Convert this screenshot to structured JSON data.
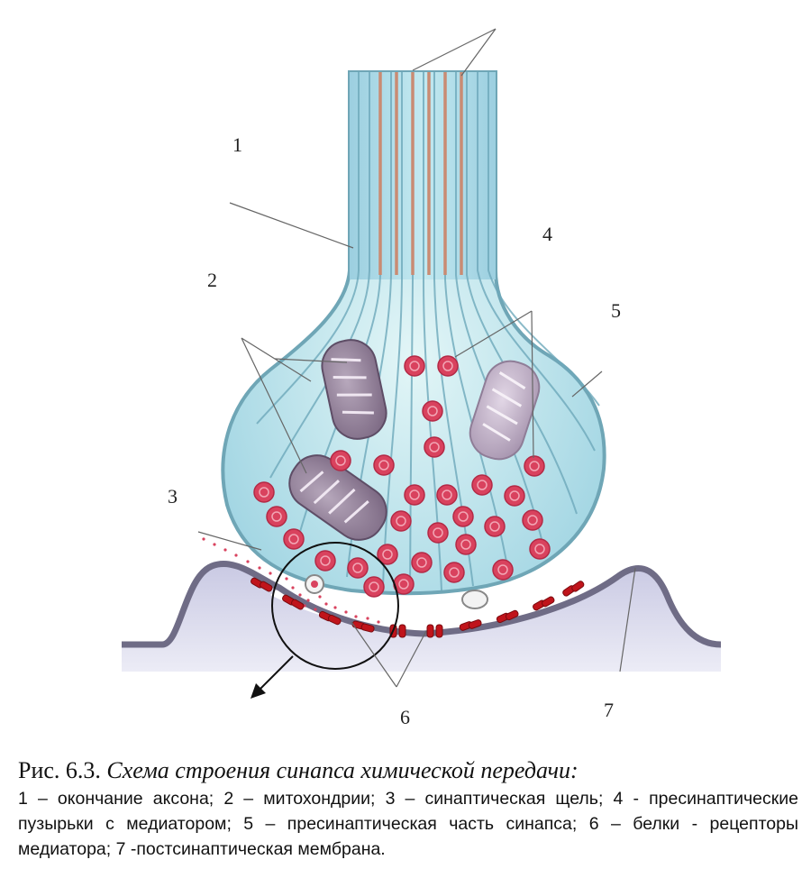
{
  "labels": [
    "1",
    "2",
    "3",
    "4",
    "5",
    "6",
    "7"
  ],
  "caption": {
    "prefix": "Рис. 6.3.",
    "title": "Схема строения синапса химической передачи:",
    "body": "1 – окончание аксона; 2 – митохондрии; 3 – синаптическая щель; 4 - пресинаптические пузырьки с медиатором; 5 – пресинаптическая часть синапса; 6 – белки - рецепторы медиатора; 7 -постсинаптическая мембрана."
  },
  "colors": {
    "axon_fill": "#a9dbe6",
    "axon_stroke": "#7aaebd",
    "vesicle": "#d9425e",
    "mitochondria": "#8e7a94",
    "receptor": "#c0141b",
    "postsynaptic": "#d8d8ea"
  }
}
